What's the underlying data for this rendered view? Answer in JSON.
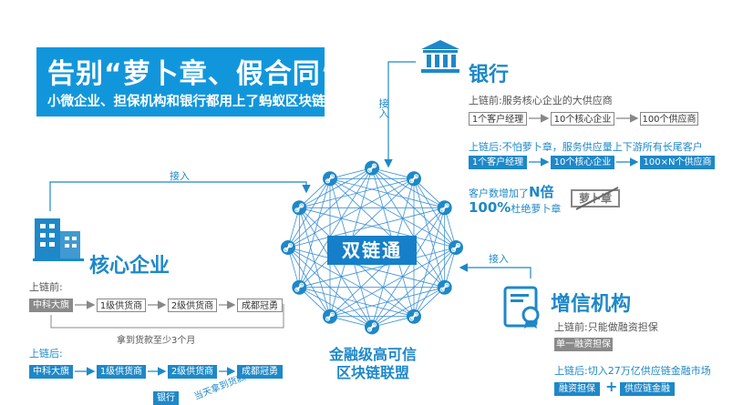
{
  "title": {
    "main": "告别“萝卜章、假合同”",
    "sub": "小微企业、担保机构和银行都用上了蚂蚁区块链"
  },
  "center": {
    "label": "双链通",
    "caption_line1": "金融级高可信",
    "caption_line2": "区块链联盟"
  },
  "connectors": {
    "bank_join": "接入",
    "core_join": "接入",
    "credit_join": "接入"
  },
  "bank": {
    "title": "银行",
    "before_label": "上链前:服务核心企业的大供应商",
    "before_chain": [
      "1个客户经理",
      "10个核心企业",
      "100个供应商"
    ],
    "after_label": "上链后:不怕萝卜章，服务供应量上下游所有长尾客户",
    "after_chain": [
      "1个客户经理",
      "10个核心企业",
      "100×N个供应商"
    ],
    "growth_prefix": "客户数增加了",
    "growth_value": "N倍",
    "stop_value": "100%",
    "stop_suffix": "杜绝萝卜章",
    "stamp_text": "萝卜章"
  },
  "core": {
    "title": "核心企业",
    "before_label": "上链前:",
    "before_chain": [
      "中科大旗",
      "1级供货商",
      "2级供货商",
      "成都冠勇"
    ],
    "before_note": "拿到货款至少3个月",
    "after_label": "上链后:",
    "after_chain": [
      "中科大旗",
      "1级供货商",
      "2级供货商",
      "成都冠勇"
    ],
    "after_extra_box": "银行",
    "after_note": "当天拿到货款"
  },
  "credit": {
    "title": "增信机构",
    "before_label": "上链前:只能做融资担保",
    "before_box": "单一融资担保",
    "after_label": "上链后:切入27万亿供应链金融市场",
    "after_box1": "融资担保",
    "plus": "+",
    "after_box2": "供应链金融"
  },
  "colors": {
    "accent": "#1e88c8",
    "title_bg": "#1296db",
    "gray_box": "#8a8a8a",
    "network": "#3b8fd6"
  },
  "icons": [
    "bank-icon",
    "building-icon",
    "certificate-icon",
    "chain-link-icon"
  ]
}
